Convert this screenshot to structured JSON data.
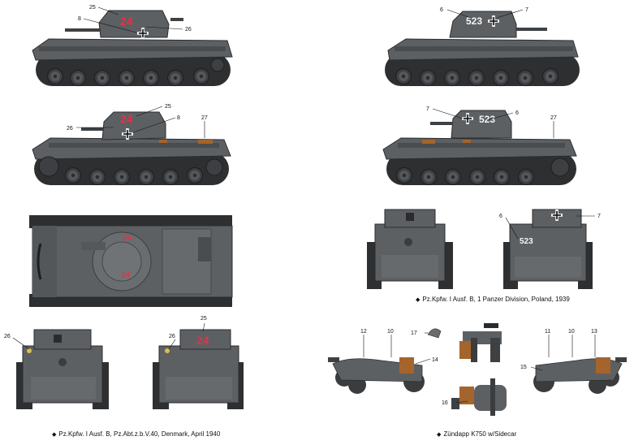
{
  "captions": {
    "poland": "Pz.Kpfw. I Ausf. B, 1 Panzer Division, Poland, 1939",
    "denmark": "Pz.Kpfw. I Ausf. B, Pz.Abt.z.b.V.40, Denmark, April 1940",
    "zundapp": "Zündapp K750 w/Sidecar"
  },
  "bullet": "◆",
  "markings": {
    "turret_red": "24",
    "turret_white": "523"
  },
  "callouts": {
    "n6": "6",
    "n7": "7",
    "n8": "8",
    "n10": "10",
    "n11": "11",
    "n12": "12",
    "n13": "13",
    "n14": "14",
    "n15": "15",
    "n16": "16",
    "n17": "17",
    "n25": "25",
    "n26": "26",
    "n27": "27"
  },
  "colors": {
    "panzer_grey": "#5d6063",
    "panzer_dark": "#3e4144",
    "track": "#2e2f31",
    "wheel": "#4a4c4f",
    "rust": "#a4642c",
    "red_number": "#e0324a",
    "cross_white": "#f4f4f4"
  }
}
